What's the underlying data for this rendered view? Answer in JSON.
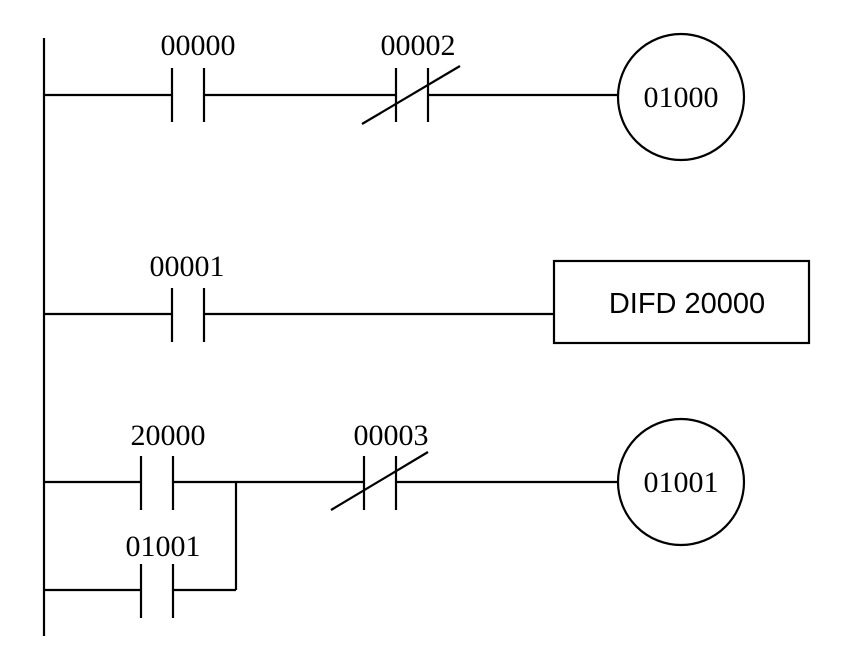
{
  "rungs": [
    {
      "contacts": [
        {
          "label": "00000",
          "type": "NO"
        },
        {
          "label": "00002",
          "type": "NC"
        }
      ],
      "output": {
        "type": "coil",
        "label": "01000"
      }
    },
    {
      "contacts": [
        {
          "label": "00001",
          "type": "NO"
        }
      ],
      "output": {
        "type": "box",
        "label": "DIFD 20000"
      }
    },
    {
      "contacts": [
        {
          "label": "20000",
          "type": "NO"
        },
        {
          "label": "01001",
          "type": "NO",
          "branch": "parallel"
        },
        {
          "label": "00003",
          "type": "NC"
        }
      ],
      "output": {
        "type": "coil",
        "label": "01001"
      }
    }
  ]
}
